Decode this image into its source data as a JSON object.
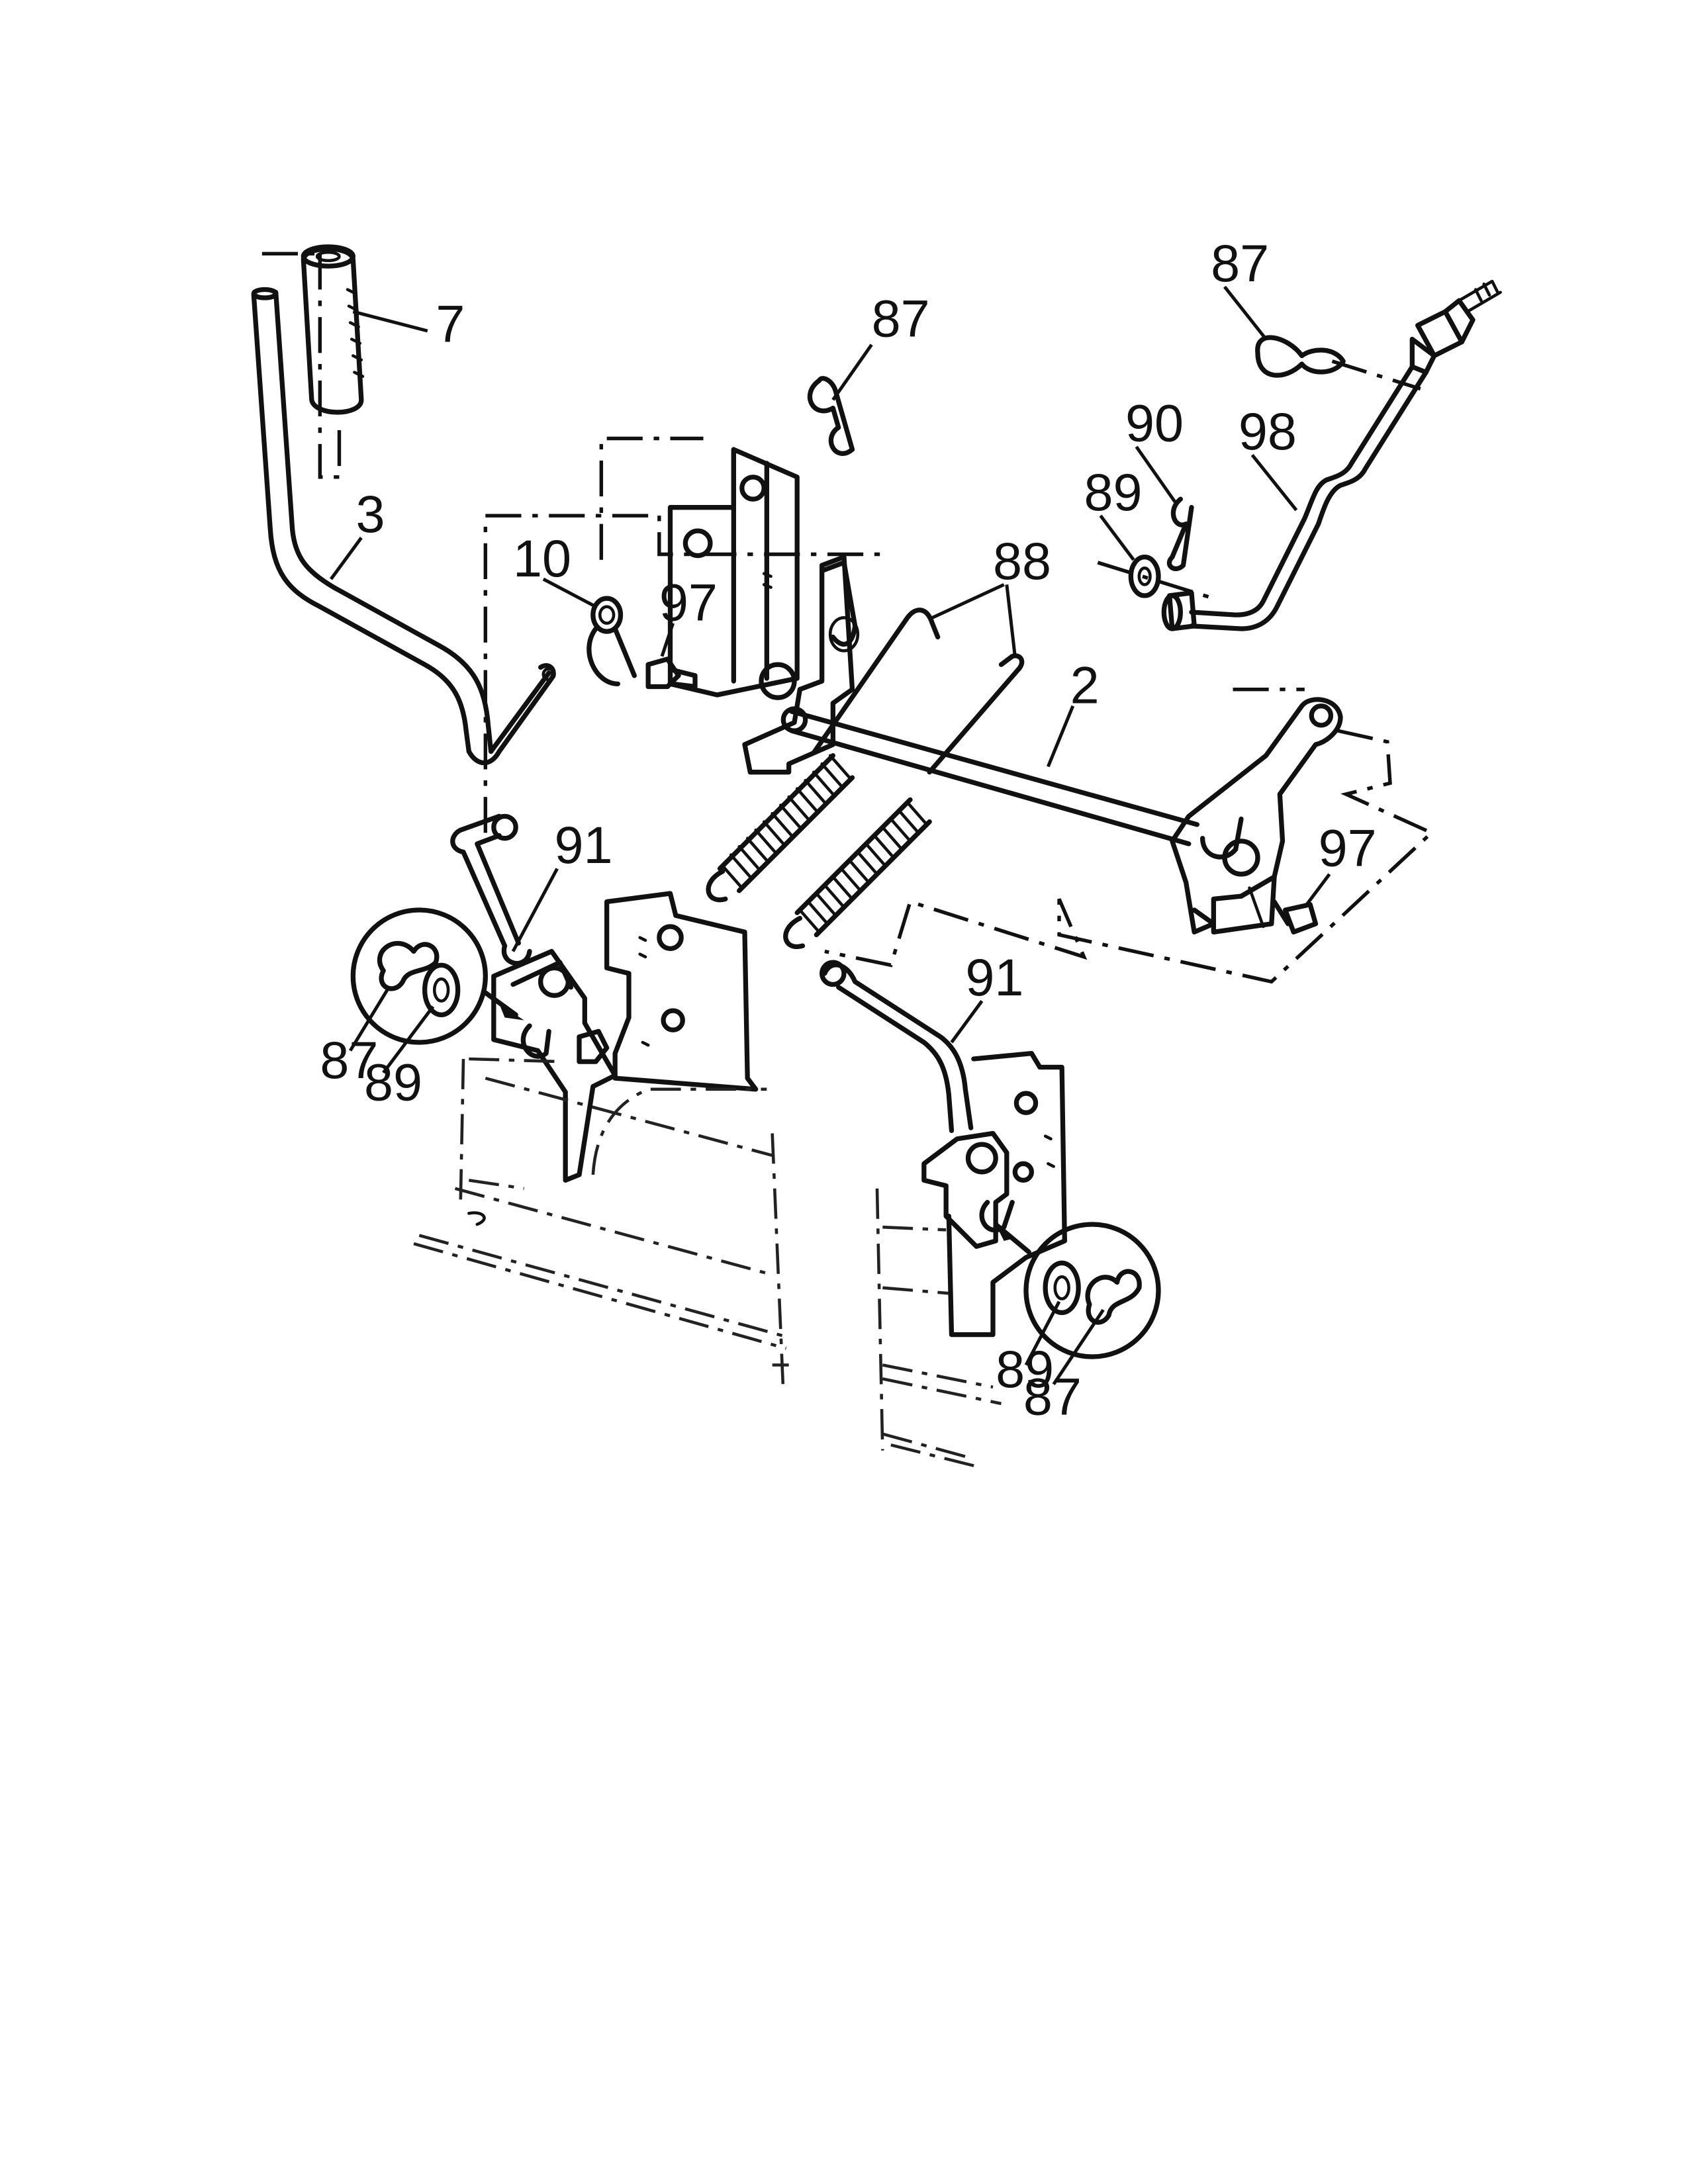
{
  "callouts": [
    {
      "id": "c7",
      "text": "7"
    },
    {
      "id": "c3",
      "text": "3"
    },
    {
      "id": "c10",
      "text": "10"
    },
    {
      "id": "c97a",
      "text": "97"
    },
    {
      "id": "c87a",
      "text": "87"
    },
    {
      "id": "c88",
      "text": "88"
    },
    {
      "id": "c2",
      "text": "2"
    },
    {
      "id": "c87b",
      "text": "87"
    },
    {
      "id": "c90",
      "text": "90"
    },
    {
      "id": "c98",
      "text": "98"
    },
    {
      "id": "c89a",
      "text": "89"
    },
    {
      "id": "c97b",
      "text": "97"
    },
    {
      "id": "c91a",
      "text": "91"
    },
    {
      "id": "c87c",
      "text": "87"
    },
    {
      "id": "c89b",
      "text": "89"
    },
    {
      "id": "c91b",
      "text": "91"
    },
    {
      "id": "c89c",
      "text": "89"
    },
    {
      "id": "c87d",
      "text": "87"
    }
  ]
}
